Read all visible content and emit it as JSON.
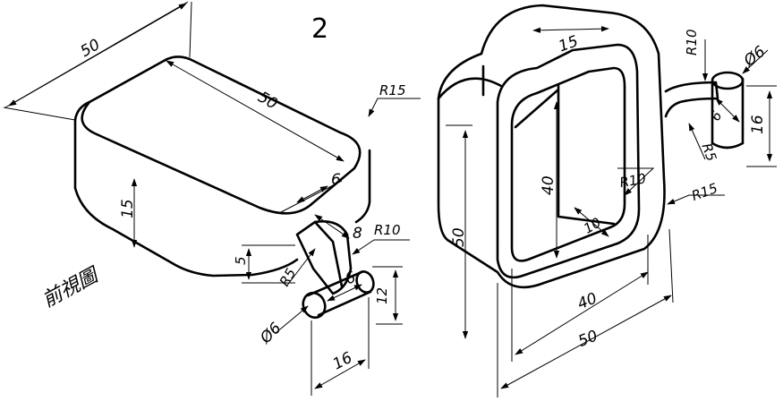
{
  "figure_number": "2",
  "view_caption": "前視圖",
  "left_view": {
    "labels": {
      "overall_length": "50",
      "top_width": "50",
      "corner_radius": "R15",
      "height": "15",
      "lug_thickness": "6",
      "lug_offset": "8",
      "lug_radius": "R10",
      "pin_offset": "5",
      "lug_fillet": "R5",
      "pin_length": "6",
      "pin_height": "12",
      "pin_diameter": "Ø6",
      "pin_span": "16"
    }
  },
  "right_view": {
    "labels": {
      "wall_width": "15",
      "outer_height": "50",
      "inner_height": "40",
      "inner_radius": "R10",
      "inner_depth": "10",
      "inner_length": "40",
      "outer_length": "50",
      "outer_radius": "R15",
      "arm_radius": "R10",
      "pin_diameter": "Ø6",
      "pin_length": "6",
      "pin_height": "16",
      "arm_fillet": "R5"
    }
  }
}
